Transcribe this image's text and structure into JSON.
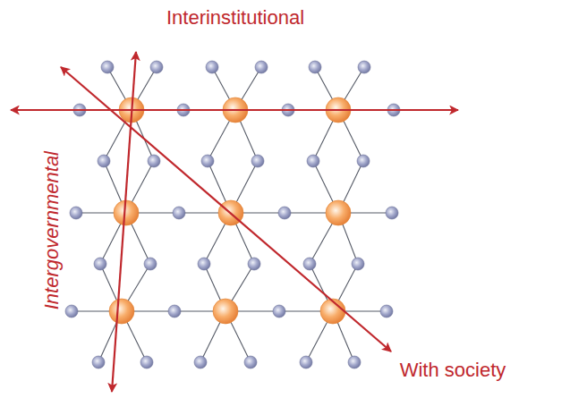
{
  "diagram": {
    "labels": [
      "Interinstitutional",
      "Intergovernmental",
      "With society"
    ]
  }
}
